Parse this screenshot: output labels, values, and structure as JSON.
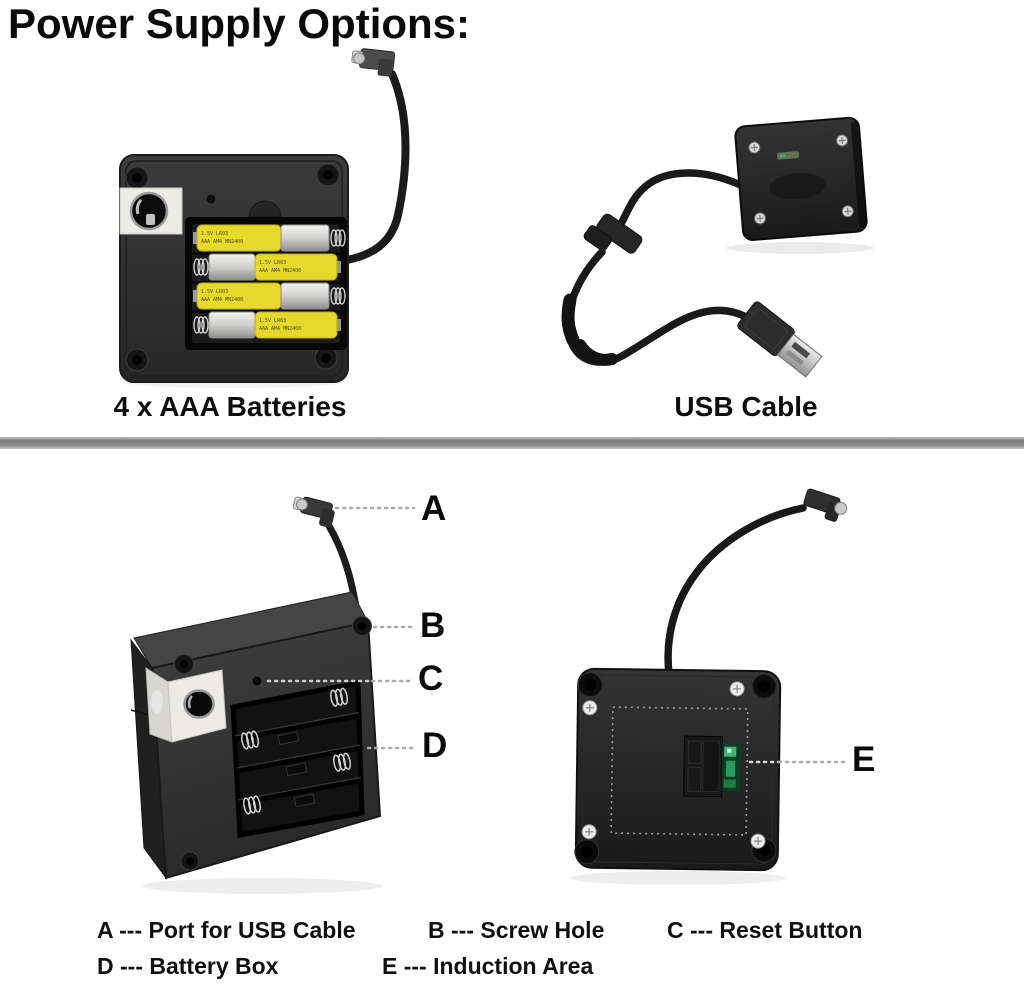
{
  "title": "Power Supply Options:",
  "figures": {
    "battery_option": {
      "caption": "4 x AAA Batteries"
    },
    "usb_option": {
      "caption": "USB Cable"
    }
  },
  "battery_markings": [
    "1.5V LR03",
    "AAA AM4 MN2400"
  ],
  "callouts": {
    "a": {
      "letter": "A",
      "description": "Port for USB Cable"
    },
    "b": {
      "letter": "B",
      "description": "Screw Hole"
    },
    "c": {
      "letter": "C",
      "description": "Reset Button"
    },
    "d": {
      "letter": "D",
      "description": "Battery Box"
    },
    "e": {
      "letter": "E",
      "description": "Induction Area"
    }
  },
  "legend": {
    "row1": [
      "A --- Port for USB Cable",
      "B --- Screw Hole",
      "C --- Reset Button"
    ],
    "row2": [
      "D --- Battery Box",
      "E --- Induction Area"
    ]
  },
  "colors": {
    "background": "#ffffff",
    "text": "#101010",
    "divider_gray": "#898989",
    "device_body": "#2e2e2e",
    "battery_yellow": "#e7d92b",
    "battery_silver": "#d6d6d4",
    "bracket_white": "#eceae6",
    "pcb_green": "#2fa065",
    "leader_dots": "#ababab"
  }
}
